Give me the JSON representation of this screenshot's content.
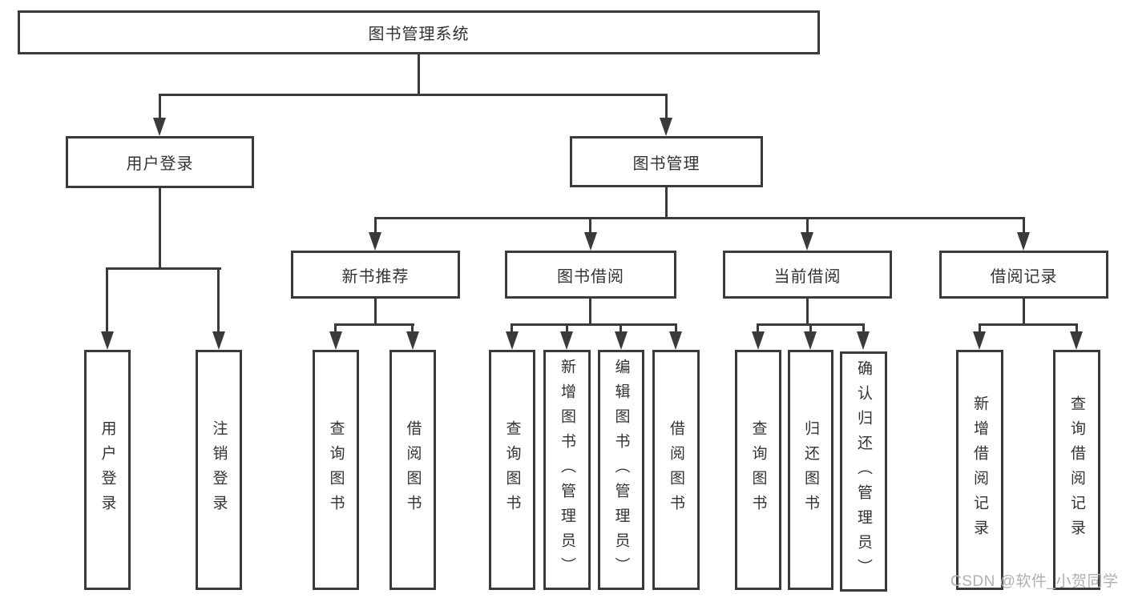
{
  "diagram": {
    "title": "图书管理系统",
    "type": "hierarchy-tree"
  },
  "nodes": {
    "root": {
      "label": "图书管理系统"
    },
    "user_login": {
      "label": "用户登录"
    },
    "book_mgmt": {
      "label": "图书管理"
    },
    "new_books": {
      "label": "新书推荐"
    },
    "book_borrow": {
      "label": "图书借阅"
    },
    "current_borrow": {
      "label": "当前借阅"
    },
    "borrow_records": {
      "label": "借阅记录"
    },
    "leaf_user_login": {
      "label": "用户登录"
    },
    "leaf_logout": {
      "label": "注销登录"
    },
    "nb_query_books": {
      "label": "查询图书"
    },
    "nb_borrow_books": {
      "label": "借阅图书"
    },
    "bb_query_books": {
      "label": "查询图书"
    },
    "bb_add_books": {
      "label": "新增图书（管理员）"
    },
    "bb_edit_books": {
      "label": "编辑图书（管理员）"
    },
    "bb_borrow_books": {
      "label": "借阅图书"
    },
    "cb_query_books": {
      "label": "查询图书"
    },
    "cb_return_books": {
      "label": "归还图书"
    },
    "cb_confirm_return": {
      "label": "确认归还（管理员）"
    },
    "br_add_record": {
      "label": "新增借阅记录"
    },
    "br_query_record": {
      "label": "查询借阅记录"
    }
  },
  "watermark": "CSDN @软件_小贺同学",
  "colors": {
    "line": "#3a3a3a",
    "box_border": "#3a3a3a",
    "text": "#333333",
    "watermark": "#b0b0b0",
    "background": "#ffffff"
  }
}
